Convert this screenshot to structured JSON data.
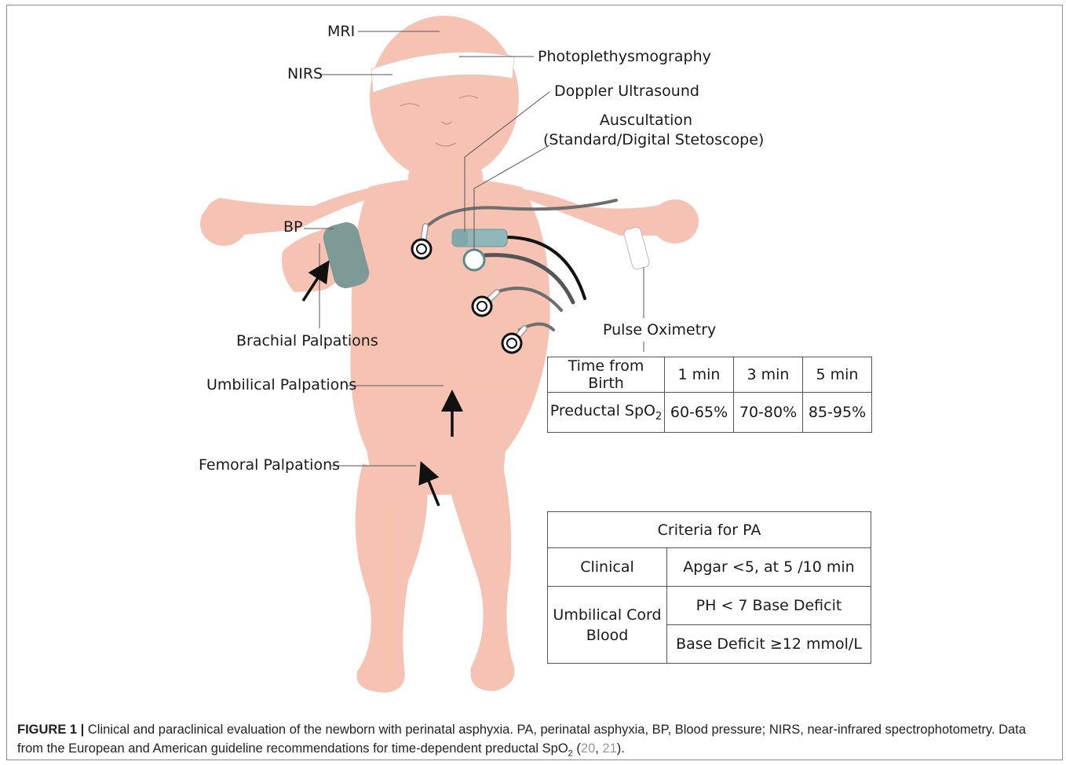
{
  "labels": {
    "mri": "MRI",
    "photoplethysmography": "Photoplethysmography",
    "nirs": "NIRS",
    "doppler": "Doppler Ultrasound",
    "auscultation_line1": "Auscultation",
    "auscultation_line2": "(Standard/Digital Stetoscope)",
    "bp": "BP",
    "brachial": "Brachial Palpations",
    "umbilical": "Umbilical Palpations",
    "femoral": "Femoral Palpations",
    "pulse_oximetry": "Pulse Oximetry"
  },
  "spo2_table": {
    "header": [
      "Time from Birth",
      "1 min",
      "3 min",
      "5 min"
    ],
    "row_label": "Preductal SpO",
    "row_label_sub": "2",
    "values": [
      "60-65%",
      "70-80%",
      "85-95%"
    ]
  },
  "criteria_table": {
    "title": "Criteria for PA",
    "clinical_label": "Clinical",
    "clinical_value": "Apgar <5, at 5 /10 min",
    "cord_label_line1": "Umbilical Cord",
    "cord_label_line2": "Blood",
    "cord_value_1": "PH < 7 Base Deficit",
    "cord_value_2": "Base Deficit ≥12 mmol/L"
  },
  "caption": {
    "figure_label": "FIGURE 1 |",
    "text_part1": " Clinical and paraclinical evaluation of the newborn with perinatal asphyxia. PA, perinatal asphyxia, BP, Blood pressure; NIRS, near-infrared spectrophotometry. Data from the European and American guideline recommendations for time-dependent preductal SpO",
    "text_sub": "2",
    "text_part2": " (",
    "ref1": "20",
    "ref_sep": ", ",
    "ref2": "21",
    "text_end": ")."
  },
  "colors": {
    "skin": "#f5b8a6",
    "skin_dark": "#e8a08d",
    "cuff": "#7d9a96",
    "probe": "#8fb7b9",
    "wire_gray": "#6e6e6e",
    "wire_black": "#111111"
  }
}
